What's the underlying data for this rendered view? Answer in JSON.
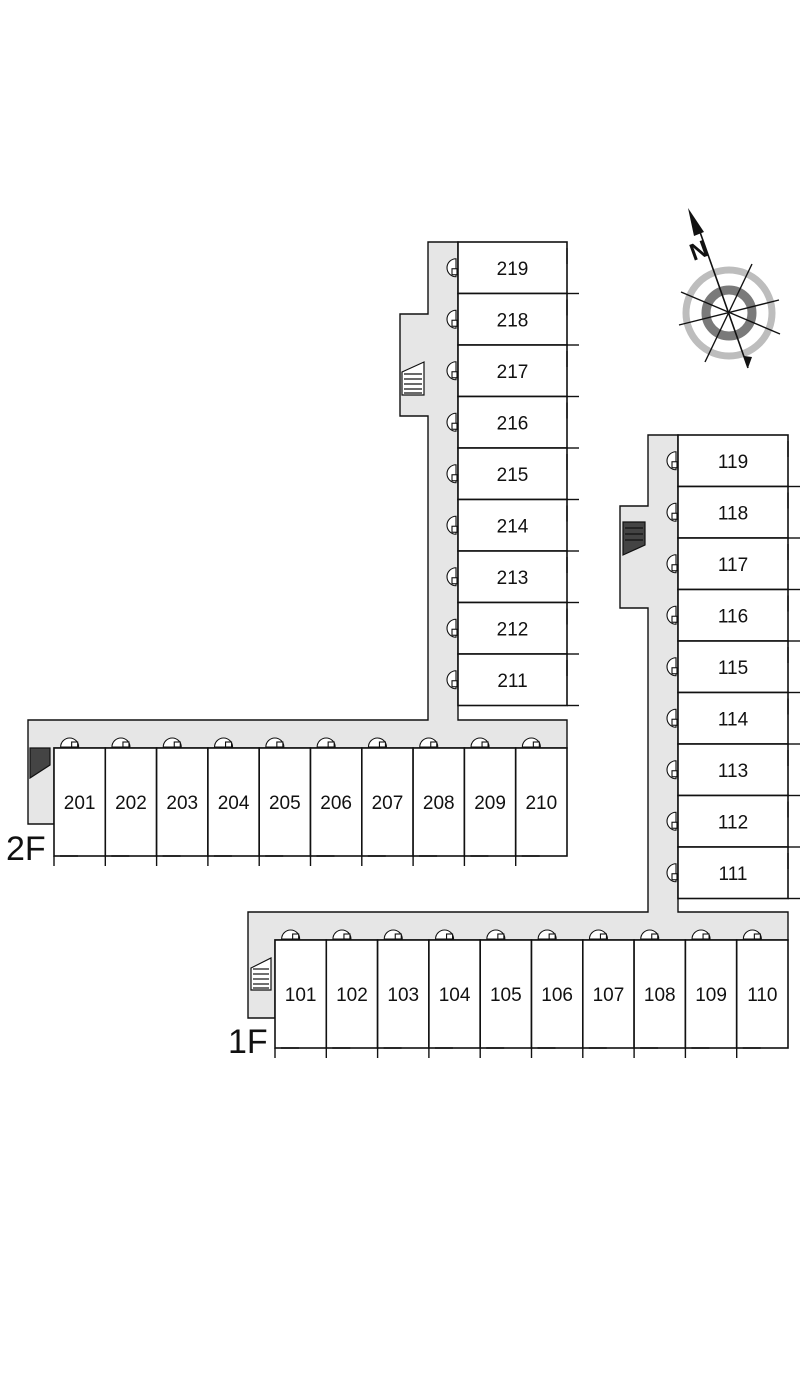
{
  "floors": {
    "second": {
      "label": "2F",
      "top_rooms": [
        "219",
        "218",
        "217",
        "216",
        "215",
        "214",
        "213",
        "212",
        "211"
      ],
      "bottom_rooms": [
        "201",
        "202",
        "203",
        "204",
        "205",
        "206",
        "207",
        "208",
        "209",
        "210"
      ]
    },
    "first": {
      "label": "1F",
      "top_rooms": [
        "119",
        "118",
        "117",
        "116",
        "115",
        "114",
        "113",
        "112",
        "111"
      ],
      "bottom_rooms": [
        "101",
        "102",
        "103",
        "104",
        "105",
        "106",
        "107",
        "108",
        "109",
        "110"
      ]
    }
  },
  "compass": {
    "letter": "N",
    "icon": "compass-rose-icon"
  },
  "colors": {
    "corridor": "#e6e6e6",
    "line": "#111111",
    "ring_light": "#bdbdbd",
    "ring_dark": "#7a7a7a"
  }
}
